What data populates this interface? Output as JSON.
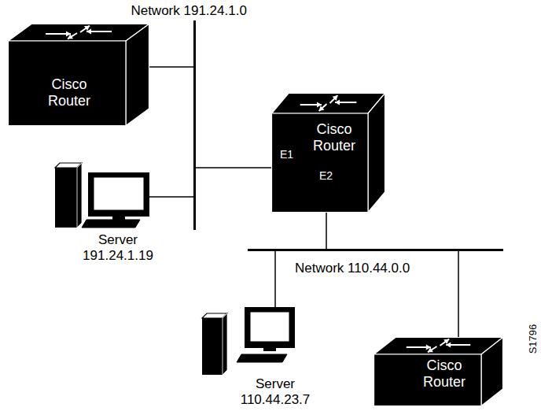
{
  "diagram": {
    "nodes": [
      {
        "text": [
          "Network 191.24.1.0"
        ]
      },
      {
        "text": [
          "Cisco Router"
        ]
      },
      {
        "text": [
          "Cisco Router"
        ]
      },
      {
        "text": [
          "Server 191.24.1.19"
        ]
      },
      {
        "text": [
          "Network 110.44.0.0"
        ]
      },
      {
        "text": [
          "Server 110.44.23.7"
        ]
      },
      {
        "text": [
          "Cisco Router"
        ]
      }
    ],
    "edges": [
      {
        "from": 1,
        "to": 0,
        "arrow": "none"
      },
      {
        "from": 3,
        "to": 0,
        "arrow": "none"
      },
      {
        "from": 2,
        "to": 0,
        "arrow": "none"
      },
      {
        "from": 2,
        "to": 4,
        "arrow": "none"
      },
      {
        "from": 5,
        "to": 4,
        "arrow": "none"
      },
      {
        "from": 6,
        "to": 4,
        "arrow": "none"
      }
    ],
    "labels": [
      "E1",
      "E2",
      "S1796"
    ]
  }
}
